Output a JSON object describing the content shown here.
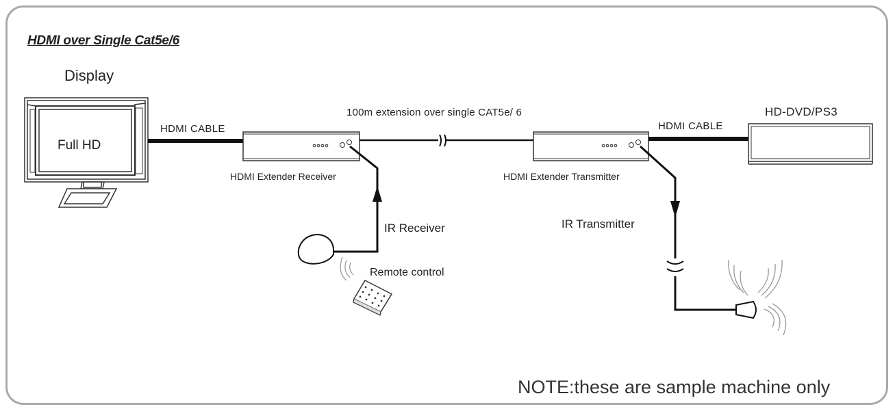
{
  "title": "HDMI over Single Cat5e/6",
  "display": {
    "label": "Display",
    "screen_text": "Full HD"
  },
  "cables": {
    "left": "HDMI CABLE",
    "right": "HDMI CABLE"
  },
  "extension": "100m extension over single CAT5e/ 6",
  "source": "HD-DVD/PS3",
  "receiver": {
    "label": "HDMI Extender Receiver",
    "ir_label": "IR Receiver"
  },
  "transmitter": {
    "label": "HDMI Extender Transmitter",
    "ir_label": "IR Transmitter"
  },
  "remote": "Remote control",
  "note": "NOTE:these are sample machine only"
}
